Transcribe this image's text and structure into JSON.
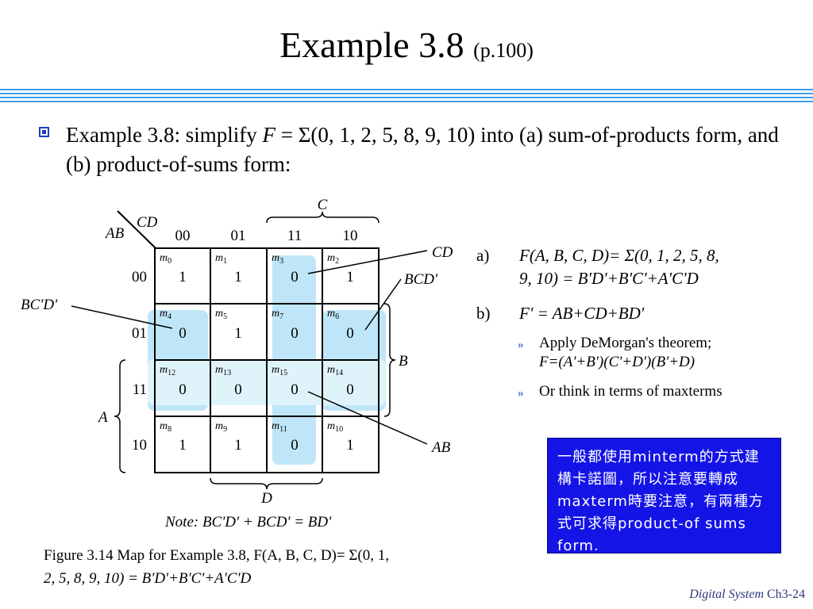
{
  "title": {
    "main": "Example 3.8",
    "sub": "(p.100)"
  },
  "bullet": {
    "lead": "Example 3.8: simplify ",
    "F": "F",
    "rest": " = Σ(0, 1, 2, 5, 8, 9, 10) into (a) sum-of-products form, and (b) product-of-sums form:"
  },
  "kmap": {
    "row_var": "AB",
    "col_var": "CD",
    "col_labels": [
      "00",
      "01",
      "11",
      "10"
    ],
    "row_labels": [
      "00",
      "01",
      "11",
      "10"
    ],
    "cells": [
      [
        {
          "m": "m",
          "sub": "0",
          "v": "1"
        },
        {
          "m": "m",
          "sub": "1",
          "v": "1"
        },
        {
          "m": "m",
          "sub": "3",
          "v": "0"
        },
        {
          "m": "m",
          "sub": "2",
          "v": "1"
        }
      ],
      [
        {
          "m": "m",
          "sub": "4",
          "v": "0"
        },
        {
          "m": "m",
          "sub": "5",
          "v": "1"
        },
        {
          "m": "m",
          "sub": "7",
          "v": "0"
        },
        {
          "m": "m",
          "sub": "6",
          "v": "0"
        }
      ],
      [
        {
          "m": "m",
          "sub": "12",
          "v": "0"
        },
        {
          "m": "m",
          "sub": "13",
          "v": "0"
        },
        {
          "m": "m",
          "sub": "15",
          "v": "0"
        },
        {
          "m": "m",
          "sub": "14",
          "v": "0"
        }
      ],
      [
        {
          "m": "m",
          "sub": "8",
          "v": "1"
        },
        {
          "m": "m",
          "sub": "9",
          "v": "1"
        },
        {
          "m": "m",
          "sub": "11",
          "v": "0"
        },
        {
          "m": "m",
          "sub": "10",
          "v": "1"
        }
      ]
    ],
    "label_C": "C",
    "label_B": "B",
    "label_A": "A",
    "label_D": "D",
    "callout_cd": "CD",
    "callout_bcd": "BCD'",
    "callout_bcpd": "BC'D'",
    "callout_ab": "AB",
    "note": "Note: BC'D' + BCD' = BD'",
    "highlight_color": "#bfe6f8"
  },
  "solution": {
    "a_label": "a)",
    "a_text_line1": "F(A, B, C, D)= Σ(0, 1, 2, 5, 8,",
    "a_text_line2": "9, 10) = B'D'+B'C'+A'C'D",
    "b_label": "b)",
    "b_text": "F' = AB+CD+BD'",
    "sub1_line1": "Apply DeMorgan's theorem;",
    "sub1_line2": "F=(A'+B')(C'+D')(B'+D)",
    "sub2": "Or think in terms of maxterms",
    "arrow_glyph": "»"
  },
  "note_box": {
    "text": "一般都使用minterm的方式建構卡諾圖，所以注意要轉成maxterm時要注意，有兩種方式可求得product-of sums form."
  },
  "caption": {
    "line1": "Figure 3.14 Map for Example 3.8, F(A, B, C, D)= Σ(0, 1,",
    "line2": "2, 5, 8, 9, 10) = B'D'+B'C'+A'C'D"
  },
  "footer": {
    "italic": "Digital System",
    "page": " Ch3-24"
  },
  "colors": {
    "rule": "#3aa0e8",
    "bullet": "#1c3cc8",
    "note_bg": "#1414e6"
  }
}
